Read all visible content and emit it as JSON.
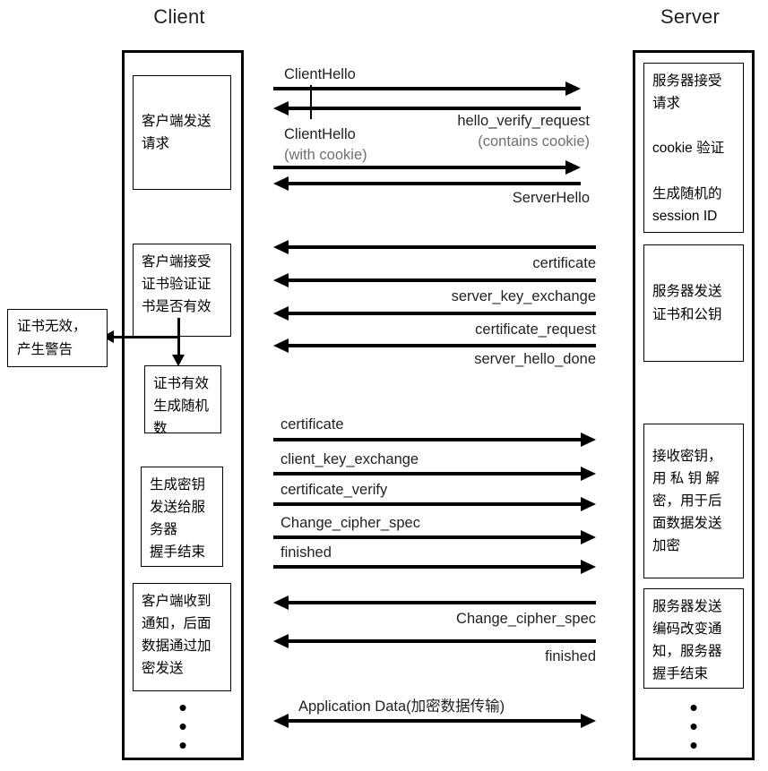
{
  "diagram": {
    "title_client": "Client",
    "title_server": "Server"
  },
  "client": {
    "notes": [
      {
        "id": "client-send-request",
        "text": "客户端发送\n请求"
      },
      {
        "id": "client-verify-cert",
        "text": "客户端接受\n证书验证证\n书是否有效"
      },
      {
        "id": "client-cert-valid",
        "text": "证书有效\n生成随机\n数"
      },
      {
        "id": "client-gen-key",
        "text": "生成密钥\n发送给服\n务器\n握手结束"
      },
      {
        "id": "client-notified",
        "text": "客户端收到\n通知，后面\n数据通过加\n密发送"
      }
    ],
    "ellipsis": "•"
  },
  "alert": {
    "id": "cert-invalid-alert",
    "text": "证书无效，\n产生警告"
  },
  "server": {
    "notes": [
      {
        "id": "server-accept-request",
        "text": "服务器接受\n请求\n\ncookie 验证\n\n生成随机的\nsession ID"
      },
      {
        "id": "server-send-cert",
        "text": "服务器发送\n证书和公钥"
      },
      {
        "id": "server-decrypt-key",
        "text": "接收密钥，\n用 私 钥 解\n密，用于后\n面数据发送\n加密"
      },
      {
        "id": "server-change-cipher",
        "text": "服务器发送\n编码改变通\n知，服务器\n握手结束"
      }
    ],
    "ellipsis": "•"
  },
  "messages": [
    {
      "id": "msg-client-hello-1",
      "label": "ClientHello",
      "sub": "",
      "dir": "right"
    },
    {
      "id": "msg-hello-verify-request",
      "label": "hello_verify_request",
      "sub": "(contains cookie)",
      "dir": "left"
    },
    {
      "id": "msg-client-hello-2",
      "label": "ClientHello",
      "sub": "(with cookie)",
      "dir": "right"
    },
    {
      "id": "msg-server-hello",
      "label": "ServerHello",
      "sub": "",
      "dir": "left"
    },
    {
      "id": "msg-certificate-s2c",
      "label": "certificate",
      "sub": "",
      "dir": "left"
    },
    {
      "id": "msg-server-key-exchange",
      "label": "server_key_exchange",
      "sub": "",
      "dir": "left"
    },
    {
      "id": "msg-certificate-request",
      "label": "certificate_request",
      "sub": "",
      "dir": "left"
    },
    {
      "id": "msg-server-hello-done",
      "label": "server_hello_done",
      "sub": "",
      "dir": "left"
    },
    {
      "id": "msg-certificate-c2s",
      "label": "certificate",
      "sub": "",
      "dir": "right"
    },
    {
      "id": "msg-client-key-exchange",
      "label": "client_key_exchange",
      "sub": "",
      "dir": "right"
    },
    {
      "id": "msg-certificate-verify",
      "label": "certificate_verify",
      "sub": "",
      "dir": "right"
    },
    {
      "id": "msg-change-cipher-c2s",
      "label": "Change_cipher_spec",
      "sub": "",
      "dir": "right"
    },
    {
      "id": "msg-finished-c2s",
      "label": "finished",
      "sub": "",
      "dir": "right"
    },
    {
      "id": "msg-change-cipher-s2c",
      "label": "Change_cipher_spec",
      "sub": "",
      "dir": "left"
    },
    {
      "id": "msg-finished-s2c",
      "label": "finished",
      "sub": "",
      "dir": "left"
    },
    {
      "id": "msg-application-data",
      "label": "Application Data(加密数据传输)",
      "sub": "",
      "dir": "both"
    }
  ],
  "colors": {
    "stroke": "#000000",
    "text": "#231f20",
    "muted_text": "#6f6f6f",
    "background": "#ffffff"
  }
}
